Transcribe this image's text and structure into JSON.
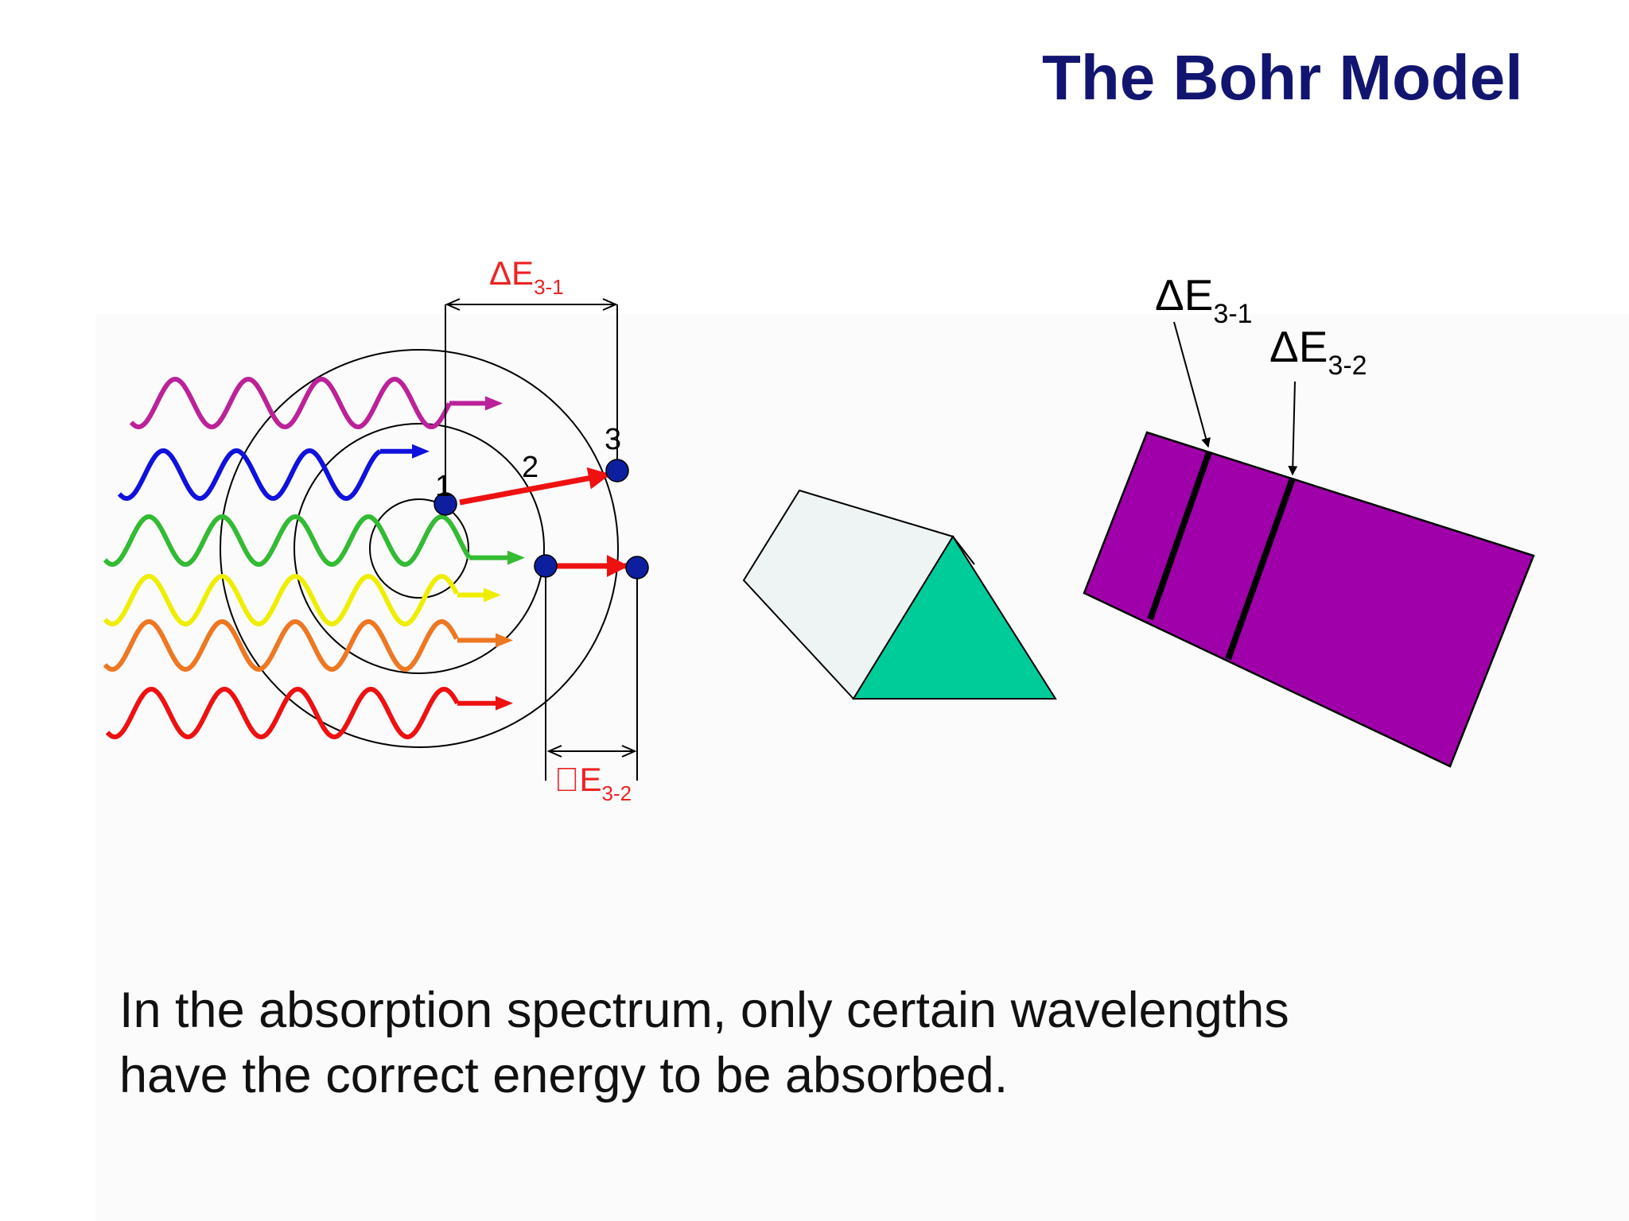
{
  "title": "The Bohr Model",
  "caption": {
    "line1": "In the absorption spectrum, only certain wavelengths",
    "line2": "have the correct energy to be absorbed."
  },
  "atom": {
    "orbit_labels": {
      "n1": "1",
      "n2": "2",
      "n3": "3"
    },
    "delta_e_3_1": {
      "main": "ΔE",
      "sub": "3-1",
      "color": "#ee2222"
    },
    "delta_e_3_2": {
      "main": "E",
      "sub": "3-2",
      "glyph": "",
      "color": "#ee2222"
    },
    "photon_colors": [
      "#bb2299",
      "#1111dd",
      "#33bb33",
      "#eeee00",
      "#ee7722",
      "#ee1111"
    ]
  },
  "prism": {
    "side_color": "#eef4f4",
    "face_color": "#00cc99"
  },
  "spectrum": {
    "band_color": "#a000aa",
    "line_3_1": {
      "main": "ΔE",
      "sub": "3-1"
    },
    "line_3_2": {
      "main": "ΔE",
      "sub": "3-2"
    }
  }
}
